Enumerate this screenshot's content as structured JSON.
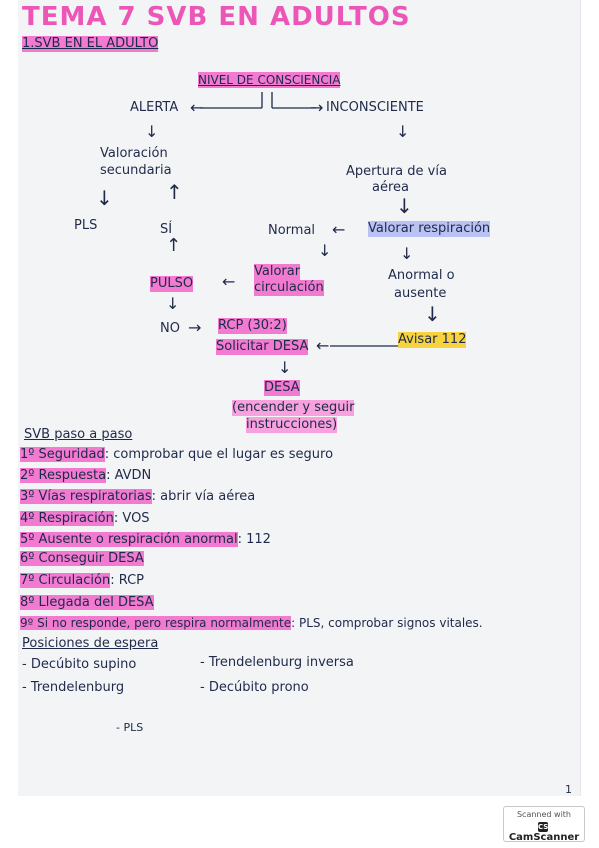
{
  "title": "TEMA 7 SVB EN ADULTOS",
  "section_title": "1.SVB EN EL ADULTO",
  "flowchart": {
    "nivel": "NIVEL DE CONSCIENCIA",
    "alerta": "ALERTA",
    "inconsciente": "INCONSCIENTE",
    "valoracion_1": "Valoración",
    "valoracion_2": "secundaria",
    "pls": "PLS",
    "si": "SÍ",
    "apertura_1": "Apertura de vía",
    "apertura_2": "aérea",
    "normal": "Normal",
    "valorar_resp": "Valorar respiración",
    "valorar_circ_1": "Valorar",
    "valorar_circ_2": "circulación",
    "anormal_1": "Anormal o",
    "anormal_2": "ausente",
    "pulso": "PULSO",
    "no": "NO",
    "rcp": "RCP (30:2)",
    "solicitar": "Solicitar DESA",
    "avisar": "Avisar 112",
    "desa": "DESA",
    "desa_note_1": "(encender y seguir",
    "desa_note_2": "instrucciones)"
  },
  "steps_title": "SVB paso a paso",
  "steps": [
    {
      "label": "1º Seguridad",
      "text": ": comprobar que el lugar es seguro"
    },
    {
      "label": "2º Respuesta",
      "text": ": AVDN"
    },
    {
      "label": "3º Vías respiratorias",
      "text": ": abrir vía aérea"
    },
    {
      "label": "4º Respiración",
      "text": ": VOS"
    },
    {
      "label": "5º Ausente o respiración anormal",
      "text": ": 112"
    },
    {
      "label": "6º Conseguir DESA",
      "text": ""
    },
    {
      "label": "7º Circulación",
      "text": ": RCP"
    },
    {
      "label": "8º Llegada del DESA",
      "text": ""
    },
    {
      "label": "9º Si no responde, pero respira normalmente",
      "text": ": PLS, comprobar signos vitales."
    }
  ],
  "posiciones_title": "Posiciones de espera",
  "posiciones": [
    "- Decúbito supino",
    "- Trendelenburg inversa",
    "- Trendelenburg",
    "- Decúbito prono",
    "- PLS"
  ],
  "page_number": "1",
  "watermark": {
    "line1": "Scanned with",
    "line2": "CamScanner"
  }
}
